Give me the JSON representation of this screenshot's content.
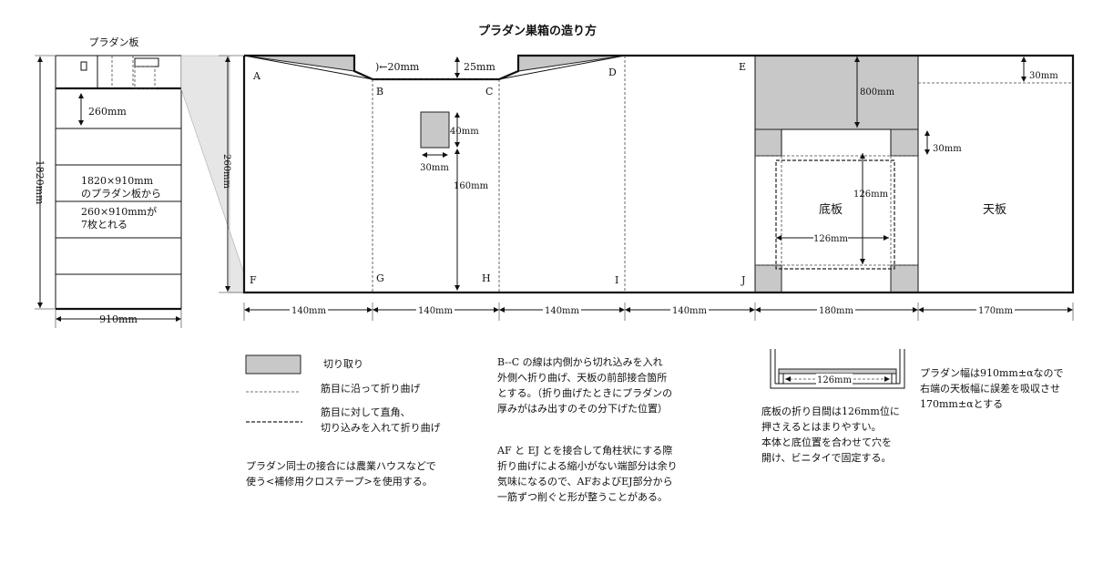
{
  "title": "プラダン巣箱の造り方",
  "board": {
    "label": "プラダン板",
    "height_label": "1820mm",
    "width_label": "910mm",
    "strip_label": "260mm",
    "note_line1": "1820×910mm",
    "note_line2": "のプラダン板から",
    "note_line3": "260×910mmが",
    "note_line4": "7枚とれる"
  },
  "main": {
    "height_label": "260mm",
    "points": [
      "A",
      "B",
      "C",
      "D",
      "E",
      "F",
      "G",
      "H",
      "I",
      "J"
    ],
    "dim_20": ")←20mm",
    "dim_25": "25mm",
    "dim_40": "40mm",
    "dim_30h": "30mm",
    "dim_160": "160mm",
    "dim_800": "800mm",
    "dim_30a": "30mm",
    "dim_30b": "30mm",
    "dim_126v": "126mm",
    "dim_126h": "126mm",
    "bottom_label": "底板",
    "top_label": "天板",
    "widths": [
      "140mm",
      "140mm",
      "140mm",
      "140mm",
      "180mm",
      "170mm"
    ]
  },
  "legend": {
    "cut": "切り取り",
    "fold_along": "筋目に沿って折り曲げ",
    "fold_cross_1": "筋目に対して直角、",
    "fold_cross_2": "切り込みを入れて折り曲げ",
    "tape_1": "プラダン同士の接合には農業ハウスなどで",
    "tape_2": "使う<補修用クロステープ>を使用する。"
  },
  "notes_bc": [
    "B--C の線は内側から切れ込みを入れ",
    "外側へ折り曲げ、天板の前部接合箇所",
    "とする。（折り曲げたときにプラダンの",
    "厚みがはみ出すのその分下げた位置）"
  ],
  "notes_af": [
    "AF と EJ とを接合して角柱状にする際",
    "折り曲げによる縮小がない端部分は余り",
    "気味になるので、AFおよびEJ部分から",
    "一筋ずつ削ぐと形が整うことがある。"
  ],
  "fold_detail": {
    "dim": "126mm",
    "note": [
      "底板の折り目間は126mm位に",
      "押さえるとはまりやすい。",
      "本体と底位置を合わせて穴を",
      "開け、ビニタイで固定する。"
    ]
  },
  "width_note": [
    "プラダン幅は910mm±αなので",
    "右端の天板幅に誤差を吸収させ",
    "170mm±αとする"
  ]
}
